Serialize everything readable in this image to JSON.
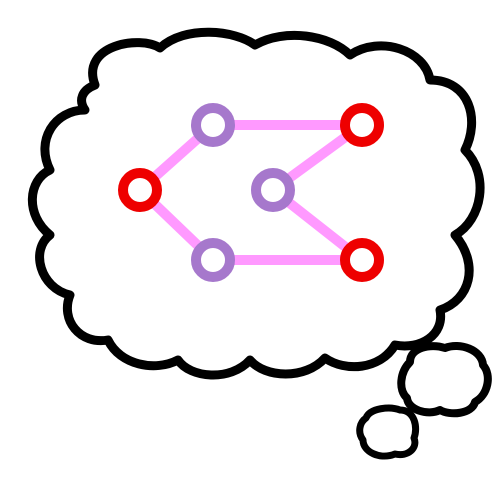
{
  "colors": {
    "background": "#ffffff",
    "outline": "#000000",
    "cloud_fill": "#ffffff",
    "edge": "#ff99ff",
    "node_red": "#ee0000",
    "node_purple": "#a678cc",
    "node_fill": "#ffffff"
  },
  "diagram": {
    "nodes": [
      {
        "id": "n1",
        "color": "purple"
      },
      {
        "id": "n2",
        "color": "red"
      },
      {
        "id": "n3",
        "color": "red"
      },
      {
        "id": "n4",
        "color": "purple"
      },
      {
        "id": "n5",
        "color": "purple"
      },
      {
        "id": "n6",
        "color": "red"
      }
    ],
    "edges": [
      [
        "n1",
        "n2"
      ],
      [
        "n1",
        "n3"
      ],
      [
        "n3",
        "n5"
      ],
      [
        "n5",
        "n6"
      ],
      [
        "n2",
        "n4"
      ],
      [
        "n4",
        "n6"
      ]
    ]
  }
}
